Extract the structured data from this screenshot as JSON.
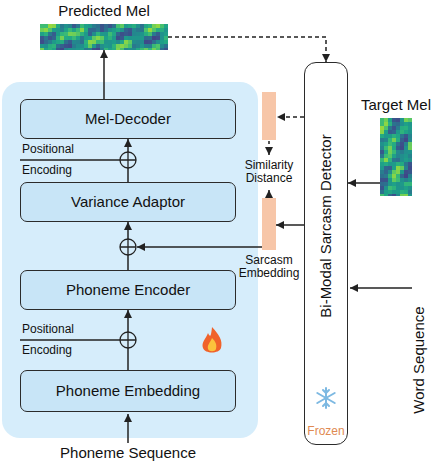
{
  "diagram": {
    "nodes": [
      {
        "text": [
          "Predicted Mel"
        ]
      },
      {
        "text": [
          "Target Mel"
        ]
      },
      {
        "text": [
          "Mel-Decoder"
        ]
      },
      {
        "text": [
          "Variance Adaptor"
        ]
      },
      {
        "text": [
          "Phoneme Encoder"
        ]
      },
      {
        "text": [
          "Phoneme Embedding"
        ]
      },
      {
        "text": [
          "Bi-Modal Sarcasm Detector",
          "Frozen"
        ]
      },
      {
        "text": [
          "Sarcasm Embedding"
        ]
      }
    ],
    "edges": [
      {
        "from": 5,
        "to": 4,
        "arrow": "to"
      },
      {
        "from": 4,
        "to": 3,
        "arrow": "to"
      },
      {
        "from": 7,
        "to": 3,
        "arrow": "to"
      },
      {
        "from": 3,
        "to": 2,
        "arrow": "to"
      },
      {
        "from": 2,
        "to": 0,
        "arrow": "to"
      },
      {
        "from": 0,
        "to": 6,
        "arrow": "to"
      },
      {
        "from": 1,
        "to": 6,
        "arrow": "to"
      },
      {
        "from": 6,
        "to": 7,
        "arrow": "to"
      }
    ],
    "labels": [
      "Positional Encoding",
      "Similarity Distance",
      "Positional Encoding",
      "Word Sequence",
      "Phoneme Sequence"
    ]
  }
}
